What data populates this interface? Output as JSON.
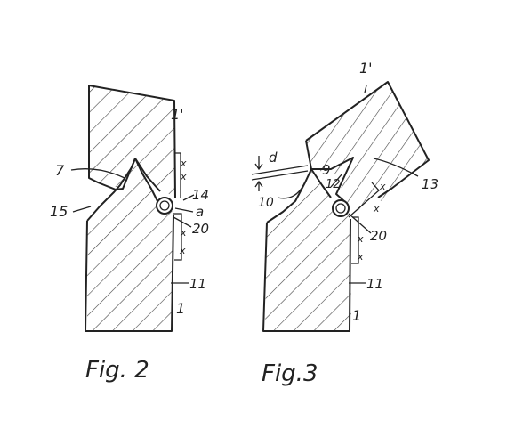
{
  "figures": [
    {
      "caption": "Fig. 2",
      "labels": {
        "upper_part": "1'",
        "lower_part": "1",
        "tip": "7",
        "joint": "15",
        "hinge": "14",
        "hinge_a": "a",
        "spring": "20",
        "side": "11"
      }
    },
    {
      "caption": "Fig.3",
      "labels": {
        "upper_part": "1'",
        "lower_part": "1",
        "distance": "d",
        "tip": "9",
        "ten": "10",
        "twelve": "12",
        "thirteen": "13",
        "spring": "20",
        "side": "11"
      }
    }
  ],
  "marks": {
    "x": "x"
  }
}
